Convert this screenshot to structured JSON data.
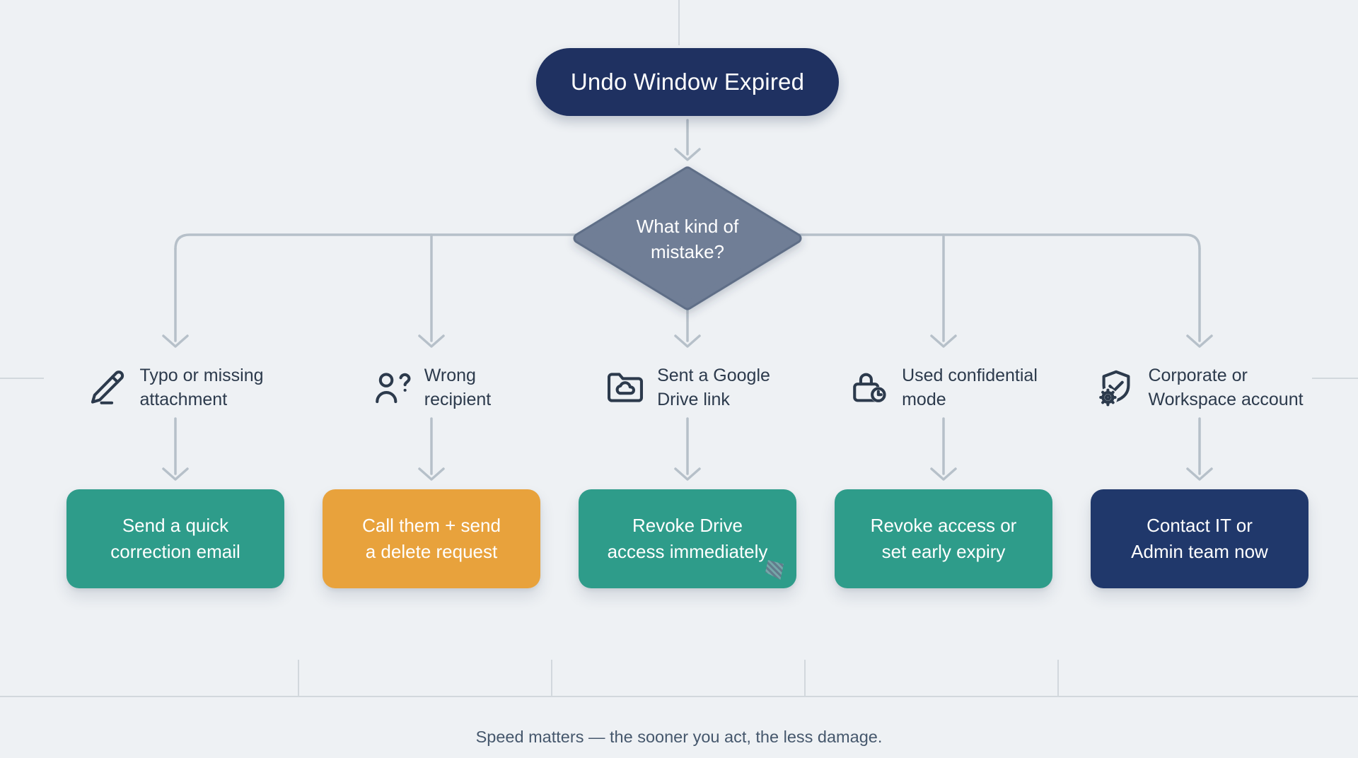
{
  "colors": {
    "background": "#eef1f4",
    "connector": "#b6c0c9",
    "guide": "#d2d8dd",
    "label_text": "#2c3a4c",
    "caption_text": "#45576c"
  },
  "flow": {
    "root": {
      "label": "Undo Window Expired",
      "color": "#1f3161"
    },
    "decision": {
      "label": "What kind of\nmistake?",
      "color": "#6f7e96",
      "edge": "#5e6e87"
    },
    "branches": [
      {
        "icon": "pencil-line",
        "label": "Typo or missing\nattachment",
        "action": {
          "label": "Send a quick\ncorrection email",
          "color": "#2e9c8a"
        }
      },
      {
        "icon": "user-question",
        "label": "Wrong\nrecipient",
        "action": {
          "label": "Call them + send\na delete request",
          "color": "#e8a23c"
        }
      },
      {
        "icon": "folder-cloud",
        "label": "Sent a Google\nDrive link",
        "action": {
          "label": "Revoke Drive\naccess immediately",
          "color": "#2e9c8a"
        }
      },
      {
        "icon": "lock-clock",
        "label": "Used confidential\nmode",
        "action": {
          "label": "Revoke access or\nset early expiry",
          "color": "#2e9c8a"
        }
      },
      {
        "icon": "shield-gear",
        "label": "Corporate or\nWorkspace account",
        "action": {
          "label": "Contact IT or\nAdmin team now",
          "color": "#20386b"
        }
      }
    ]
  },
  "caption": {
    "text": "Speed matters — the sooner you act, the less damage."
  }
}
